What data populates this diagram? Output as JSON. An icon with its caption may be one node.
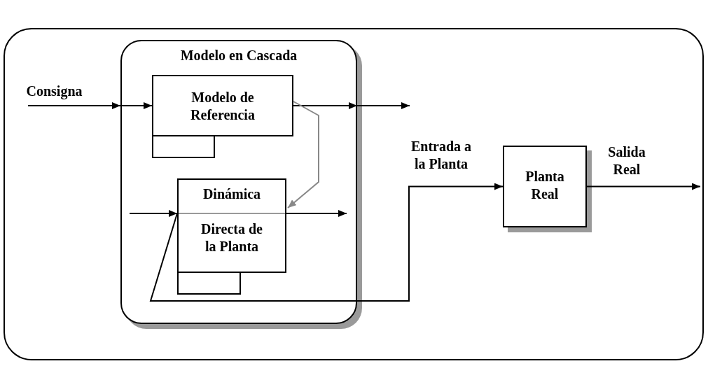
{
  "diagram": {
    "nodes": [
      {
        "text": [],
        "shape": "box"
      },
      {
        "text": [
          "Modelo en Cascada"
        ],
        "in": 0
      },
      {
        "text": [
          "Modelo de Referencia"
        ],
        "in": 1
      },
      {
        "text": [],
        "shape": "box",
        "in": 1
      },
      {
        "text": [
          "Dinámica",
          "Directa de la Planta"
        ],
        "in": 1
      },
      {
        "text": [],
        "shape": "box",
        "in": 1
      },
      {
        "text": [
          "Planta Real"
        ],
        "in": 0
      }
    ],
    "edges": [
      {
        "from": null,
        "to": 2,
        "arrow": "to",
        "label": "Consigna"
      },
      {
        "from": 2,
        "to": null,
        "arrow": "to"
      },
      {
        "from": 2,
        "to": 4,
        "arrow": "to",
        "color": "#888888"
      },
      {
        "from": null,
        "to": 4,
        "arrow": "to"
      },
      {
        "from": 4,
        "to": null,
        "arrow": "to"
      },
      {
        "from": 4,
        "to": 6,
        "arrow": "to",
        "label": "Entrada a la Planta"
      },
      {
        "from": 6,
        "to": null,
        "arrow": "to",
        "label": "Salida Real"
      }
    ]
  }
}
